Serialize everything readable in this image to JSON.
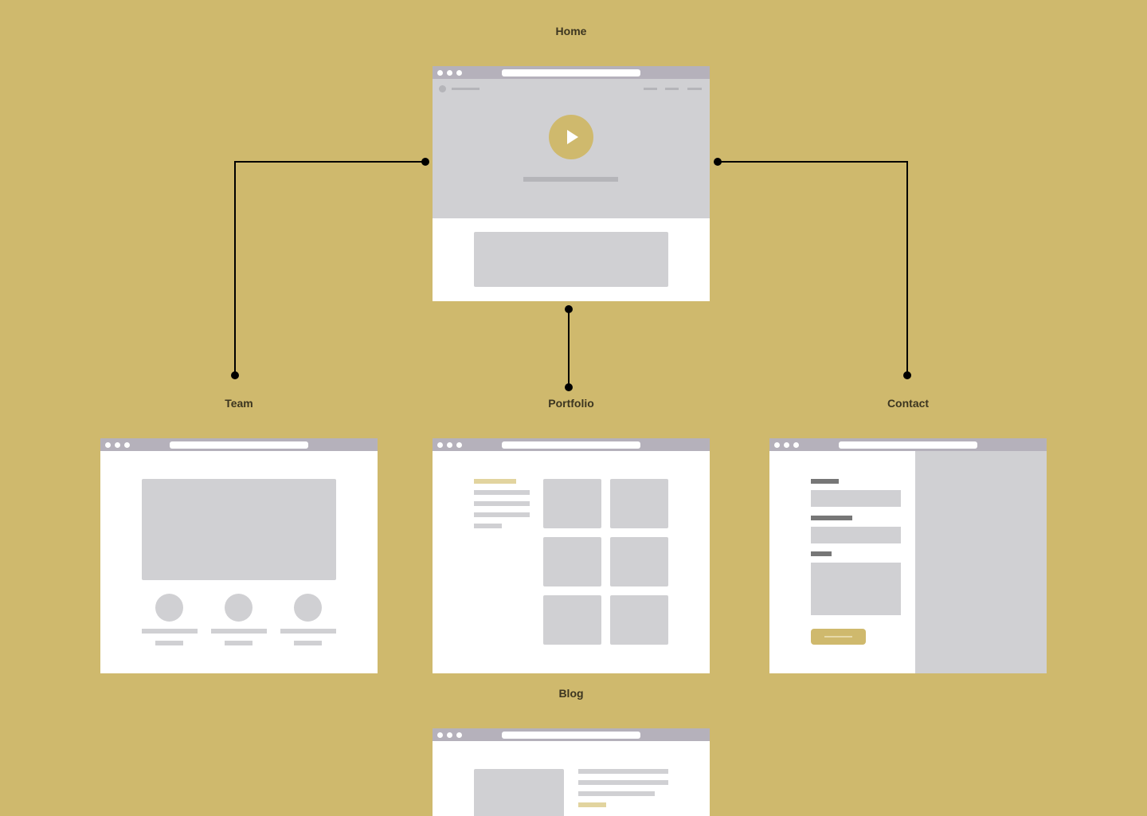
{
  "pages": {
    "home": "Home",
    "team": "Team",
    "portfolio": "Portfolio",
    "contact": "Contact",
    "blog": "Blog"
  },
  "colors": {
    "background": "#cfb96d",
    "titlebar": "#b5b1bb",
    "placeholder": "#d0d0d3",
    "accent": "#cfb96d",
    "connector": "#000000"
  },
  "icons": {
    "play": "play-icon"
  }
}
